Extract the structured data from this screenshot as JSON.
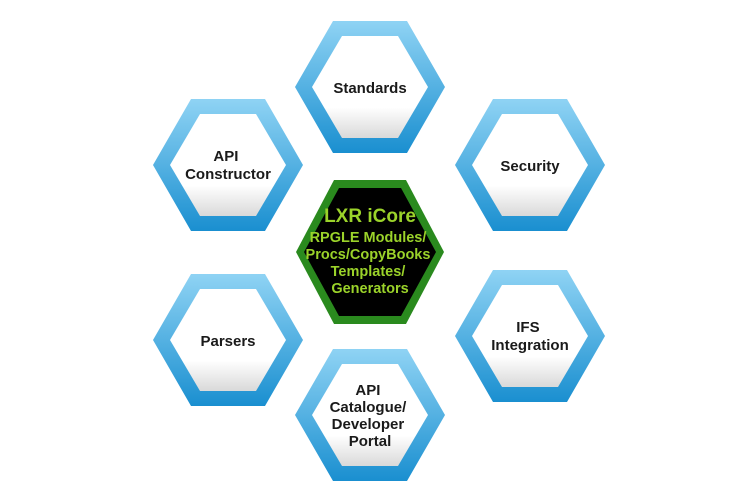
{
  "colors": {
    "hex_border_light": "#8fd3f4",
    "hex_border_dark": "#1a8fd0",
    "hex_fill": "#ffffff",
    "hex_fill_shade": "#d9d9d9",
    "core_border": "#2a8a1e",
    "core_fill": "#000000",
    "core_text": "#9bd32a",
    "label_text": "#1a1a1a"
  },
  "core": {
    "title": "LXR iCore",
    "lines": [
      "RPGLE Modules/",
      "Procs/CopyBooks",
      "Templates/",
      "Generators"
    ]
  },
  "nodes": [
    {
      "id": "standards",
      "lines": [
        "Standards"
      ]
    },
    {
      "id": "security",
      "lines": [
        "Security"
      ]
    },
    {
      "id": "ifs-integration",
      "lines": [
        "IFS",
        "Integration"
      ]
    },
    {
      "id": "api-catalogue",
      "lines": [
        "API",
        "Catalogue/",
        "Developer",
        "Portal"
      ]
    },
    {
      "id": "parsers",
      "lines": [
        "Parsers"
      ]
    },
    {
      "id": "api-constructor",
      "lines": [
        "API",
        "Constructor"
      ]
    }
  ]
}
